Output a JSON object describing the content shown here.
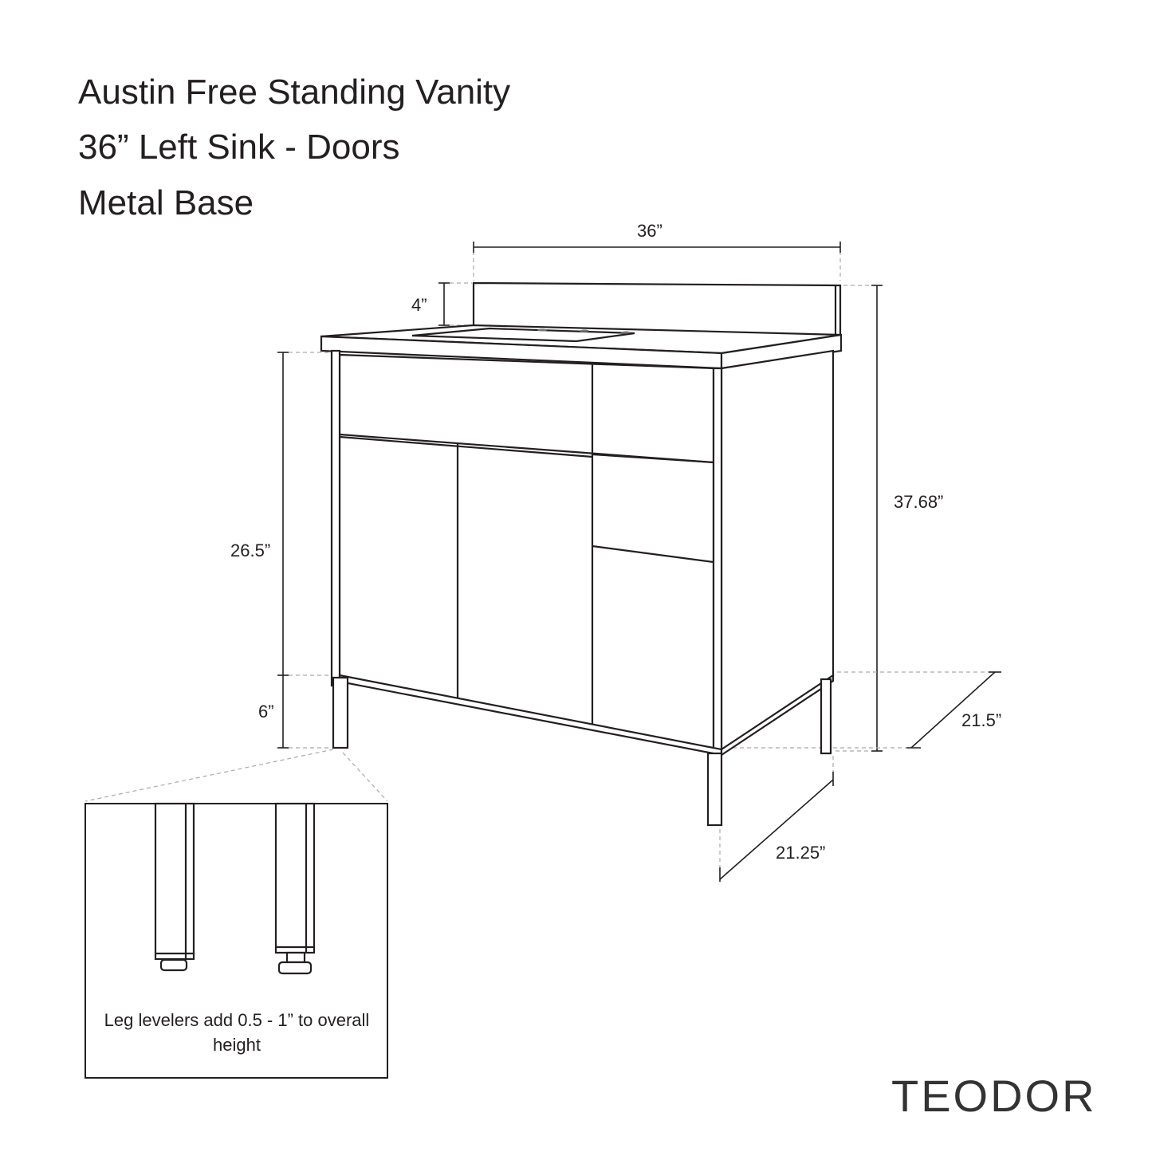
{
  "title": {
    "line1": "Austin Free Standing Vanity",
    "line2": "36”  Left Sink - Doors",
    "line3": "Metal Base"
  },
  "dimensions": {
    "width": "36”",
    "backsplash": "4”",
    "cabinet_height": "26.5”",
    "leg_height": "6”",
    "overall_height": "37.68”",
    "top_depth": "21.5”",
    "base_depth": "21.25”"
  },
  "inset": {
    "note": "Leg levelers add 0.5 - 1” to overall height"
  },
  "brand": "TEODOR"
}
